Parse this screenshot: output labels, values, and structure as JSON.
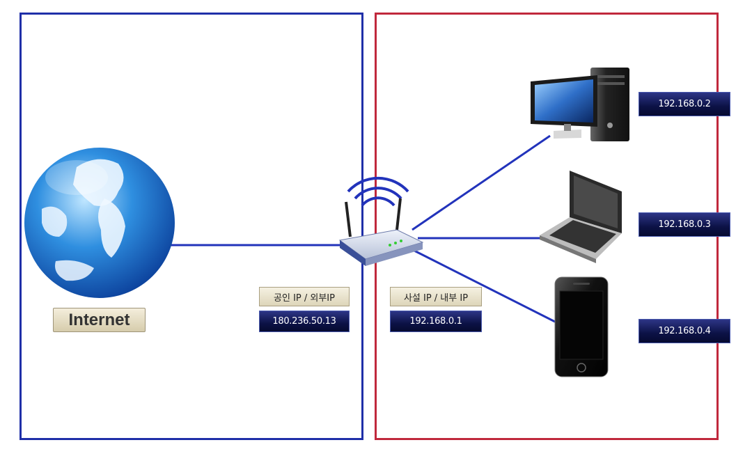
{
  "internet": {
    "label": "Internet"
  },
  "public_ip": {
    "caption": "공인 IP / 외부IP",
    "address": "180.236.50.13"
  },
  "private_ip": {
    "caption": "사설 IP / 내부 IP",
    "address": "192.168.0.1"
  },
  "devices": [
    {
      "name": "desktop",
      "ip": "192.168.0.2"
    },
    {
      "name": "laptop",
      "ip": "192.168.0.3"
    },
    {
      "name": "phone",
      "ip": "192.168.0.4"
    }
  ],
  "colors": {
    "public_zone": "#1f2fa8",
    "private_zone": "#c0283c",
    "link": "#2233bb"
  }
}
